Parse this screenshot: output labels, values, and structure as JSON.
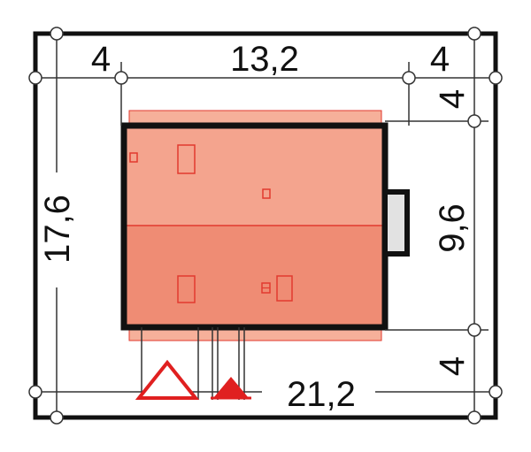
{
  "colors": {
    "plot_border": "#111111",
    "roof_top": "#f4a48e",
    "roof_bottom": "#ef8c74",
    "roof_overhang": "#f6b09a",
    "roof_outline": "#e23a2f",
    "annex_fill": "#e2e2e2",
    "entrance_marker": "#e02020",
    "guide_line": "#333333"
  },
  "dimensions": {
    "plot_width": "21,2",
    "plot_depth": "17,6",
    "left_setback": "4",
    "building_width": "13,2",
    "right_setback": "4",
    "top_setback": "4",
    "building_depth": "9,6",
    "bottom_setback": "4"
  },
  "markers": {
    "entrance_icon": "outlined-triangle",
    "access_icon": "filled-triangle"
  }
}
